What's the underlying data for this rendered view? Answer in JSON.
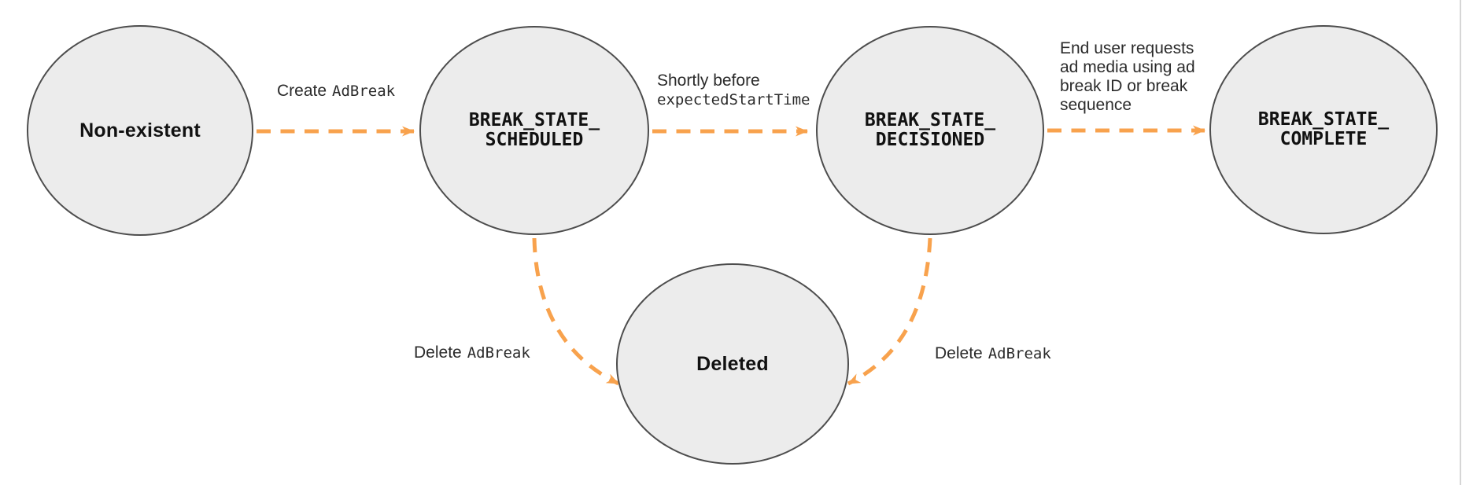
{
  "diagram": {
    "type": "state-transition-diagram",
    "colors": {
      "accent_orange": "#F8A24D",
      "node_fill": "#ECECEC",
      "node_border": "#4D4D4D",
      "text": "#2B2B2B"
    },
    "nodes": [
      {
        "id": "non-existent",
        "label": "Non-existent"
      },
      {
        "id": "break-state-scheduled",
        "label_line1": "BREAK_STATE_",
        "label_line2": "SCHEDULED"
      },
      {
        "id": "break-state-decisioned",
        "label_line1": "BREAK_STATE_",
        "label_line2": "DECISIONED"
      },
      {
        "id": "break-state-complete",
        "label_line1": "BREAK_STATE_",
        "label_line2": "COMPLETE"
      },
      {
        "id": "deleted",
        "label": "Deleted"
      }
    ],
    "edges": [
      {
        "from": "non-existent",
        "to": "break-state-scheduled",
        "label_plain": "Create",
        "label_code": "AdBreak"
      },
      {
        "from": "break-state-scheduled",
        "to": "break-state-decisioned",
        "label_line1_plain": "Shortly before",
        "label_line2_code": "expectedStartTime"
      },
      {
        "from": "break-state-decisioned",
        "to": "break-state-complete",
        "label_lines": {
          "0": "End user requests",
          "1": "ad media using ad",
          "2": "break ID or break",
          "3": "sequence"
        }
      },
      {
        "from": "break-state-scheduled",
        "to": "deleted",
        "label_plain": "Delete",
        "label_code": "AdBreak"
      },
      {
        "from": "break-state-decisioned",
        "to": "deleted",
        "label_plain": "Delete",
        "label_code": "AdBreak"
      }
    ]
  }
}
